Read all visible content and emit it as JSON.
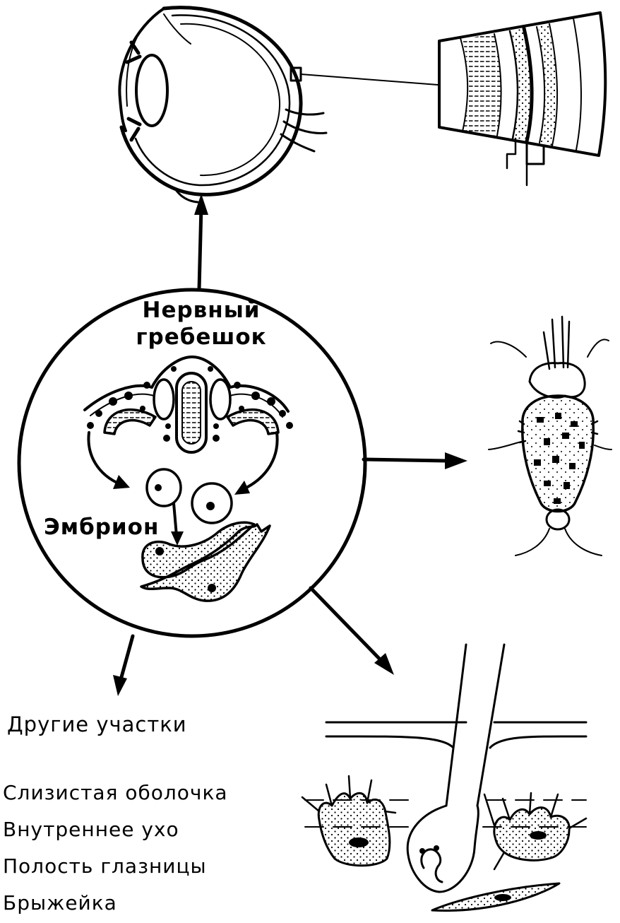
{
  "labels": {
    "neural_crest_line1": "Нервный",
    "neural_crest_line2": "гребешок",
    "embryo": "Эмбрион",
    "other_sites": "Другие участки"
  },
  "other_sites_list": [
    "Слизистая оболочка",
    "Внутреннее ухо",
    "Полость глазницы",
    "Брыжейка"
  ]
}
